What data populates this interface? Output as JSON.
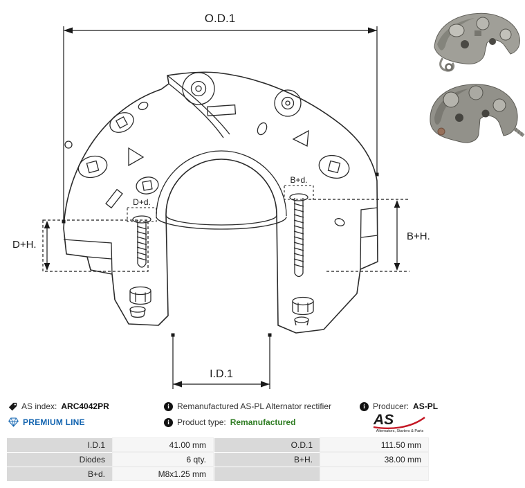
{
  "diagram": {
    "labels": {
      "od1": "O.D.1",
      "id1": "I.D.1",
      "dplus_h": "D+H.",
      "bplus_h": "B+H.",
      "dplus_d": "D+d.",
      "bplus_d": "B+d."
    }
  },
  "icons": {
    "info_glyph": "i"
  },
  "info": {
    "as_index_label": "AS index:",
    "as_index_value": "ARC4042PR",
    "premium_line_label": "PREMIUM LINE",
    "description": "Remanufactured AS-PL Alternator rectifier",
    "producer_label": "Producer:",
    "producer_value": "AS-PL",
    "product_type_label": "Product type:",
    "product_type_value": "Remanufactured",
    "logo_text": "AS",
    "logo_subtext": "Alternators, Starters & Parts"
  },
  "specs": {
    "rows": [
      {
        "label1": "I.D.1",
        "value1": "41.00 mm",
        "label2": "O.D.1",
        "value2": "111.50 mm"
      },
      {
        "label1": "Diodes",
        "value1": "6 qty.",
        "label2": "B+H.",
        "value2": "38.00 mm"
      },
      {
        "label1": "B+d.",
        "value1": "M8x1.25 mm",
        "label2": "",
        "value2": ""
      }
    ]
  }
}
